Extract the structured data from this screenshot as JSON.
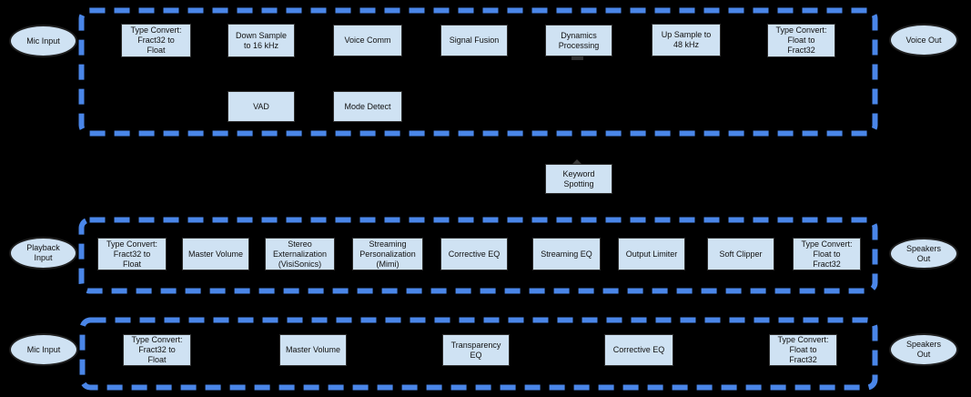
{
  "colors": {
    "background": "#000000",
    "dash": "#4a86e8",
    "node_fill": "#cfe2f3",
    "node_border": "#2f2f2f",
    "terminal_border": "#1f1f1f",
    "text": "#111111"
  },
  "pipelines": [
    {
      "id": "voice",
      "input": {
        "label": "Mic Input"
      },
      "output": {
        "label": "Voice Out"
      },
      "nodes": [
        {
          "label": "Type Convert:\nFract32 to\nFloat"
        },
        {
          "label": "Down Sample\nto 16 kHz"
        },
        {
          "label": "Voice Comm"
        },
        {
          "label": "Signal Fusion"
        },
        {
          "label": "Dynamics\nProcessing"
        },
        {
          "label": "Up Sample to\n48 kHz"
        },
        {
          "label": "Type Convert:\nFloat to\nFract32"
        }
      ],
      "secondary_nodes": [
        {
          "label": "VAD"
        },
        {
          "label": "Mode Detect"
        }
      ]
    },
    {
      "id": "playback",
      "input": {
        "label": "Playback\nInput"
      },
      "output": {
        "label": "Speakers\nOut"
      },
      "nodes": [
        {
          "label": "Type Convert:\nFract32 to\nFloat"
        },
        {
          "label": "Master Volume"
        },
        {
          "label": "Stereo\nExternalization\n(VisiSonics)"
        },
        {
          "label": "Streaming\nPersonalization\n(Mimi)"
        },
        {
          "label": "Corrective EQ"
        },
        {
          "label": "Streaming EQ"
        },
        {
          "label": "Output Limiter"
        },
        {
          "label": "Soft Clipper"
        },
        {
          "label": "Type Convert:\nFloat to\nFract32"
        }
      ]
    },
    {
      "id": "mic-passthrough",
      "input": {
        "label": "Mic Input"
      },
      "output": {
        "label": "Speakers\nOut"
      },
      "nodes": [
        {
          "label": "Type Convert:\nFract32 to\nFloat"
        },
        {
          "label": "Master Volume"
        },
        {
          "label": "Transparency\nEQ"
        },
        {
          "label": "Corrective EQ"
        },
        {
          "label": "Type Convert:\nFloat to\nFract32"
        }
      ]
    }
  ],
  "floating_nodes": [
    {
      "label": "Keyword\nSpotting"
    }
  ]
}
